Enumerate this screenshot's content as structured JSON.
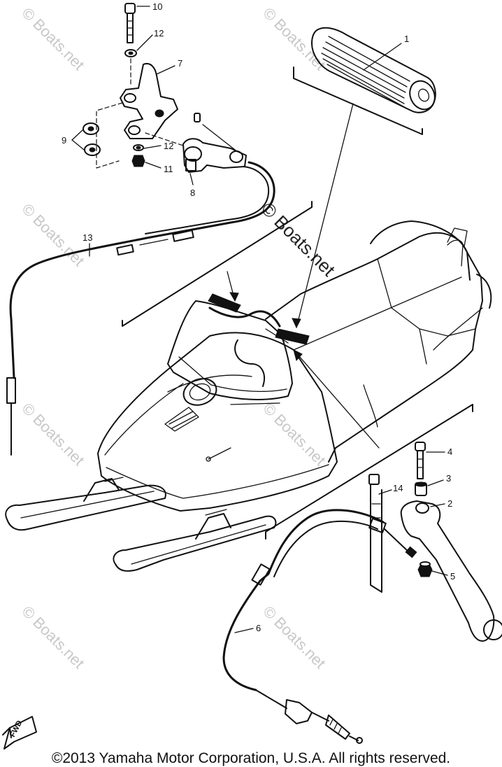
{
  "watermark": "© Boats.net",
  "callouts": [
    "1",
    "2",
    "3",
    "4",
    "5",
    "6",
    "7",
    "8",
    "9",
    "10",
    "11",
    "12",
    "12",
    "13",
    "14"
  ],
  "fwd_label": "FWD",
  "copyright": "©2013 Yamaha Motor Corporation, U.S.A. All rights reserved."
}
